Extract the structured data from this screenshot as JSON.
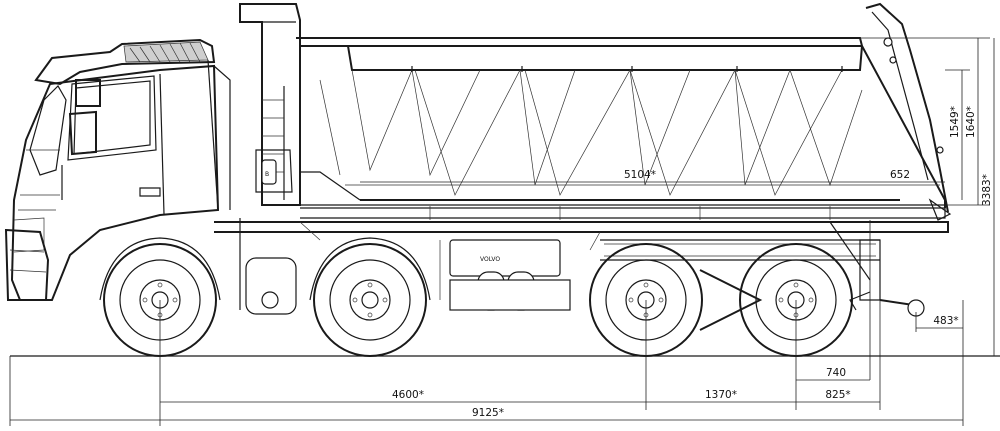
{
  "drawing": {
    "brand_plate": "VOLVO",
    "cab_badge": "B"
  },
  "dimensions": {
    "overall_length": "9125*",
    "wheelbase_front": "4600*",
    "tandem_spacing": "1370*",
    "rear_overhang": "825*",
    "rear_axle_to_tip": "740",
    "coupling_overhang": "483*",
    "body_length": "5104*",
    "tailgate_offset": "652",
    "side_height_inner": "1549*",
    "side_height_outer": "1640*",
    "overall_height": "3383*"
  },
  "colors": {
    "line": "#1a1a1a",
    "background": "#ffffff"
  }
}
